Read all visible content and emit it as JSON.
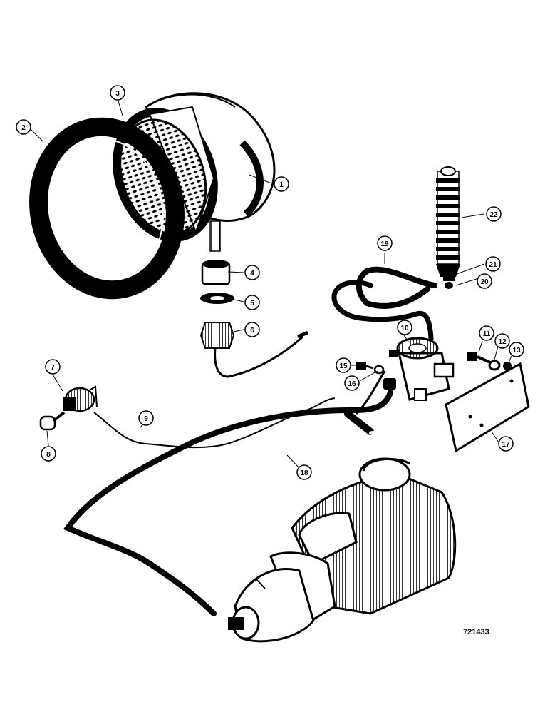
{
  "diagram": {
    "drawing_number": "721433",
    "callouts": [
      {
        "id": "c1",
        "label": "1"
      },
      {
        "id": "c2",
        "label": "2"
      },
      {
        "id": "c3",
        "label": "3"
      },
      {
        "id": "c4",
        "label": "4"
      },
      {
        "id": "c5",
        "label": "5"
      },
      {
        "id": "c6",
        "label": "6"
      },
      {
        "id": "c7",
        "label": "7"
      },
      {
        "id": "c8",
        "label": "8"
      },
      {
        "id": "c9",
        "label": "9"
      },
      {
        "id": "c10",
        "label": "10"
      },
      {
        "id": "c11",
        "label": "11"
      },
      {
        "id": "c12",
        "label": "12"
      },
      {
        "id": "c13",
        "label": "13"
      },
      {
        "id": "c15",
        "label": "15"
      },
      {
        "id": "c16",
        "label": "16"
      },
      {
        "id": "c17",
        "label": "17"
      },
      {
        "id": "c18",
        "label": "18"
      },
      {
        "id": "c19",
        "label": "19"
      },
      {
        "id": "c20",
        "label": "20"
      },
      {
        "id": "c21",
        "label": "21"
      },
      {
        "id": "c22",
        "label": "22"
      }
    ]
  }
}
